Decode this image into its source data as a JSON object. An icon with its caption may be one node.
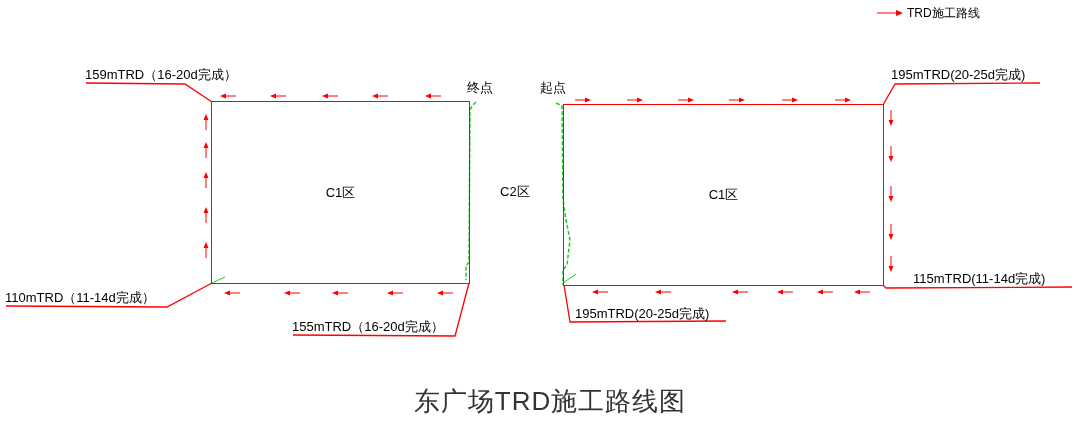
{
  "diagram": {
    "caption": "东广场TRD施工路线图",
    "nodes": [
      {
        "text": [
          "C1区"
        ]
      },
      {
        "text": [
          "C1区"
        ]
      },
      {
        "text": [
          "159mTRD（16-20d完成）"
        ]
      },
      {
        "text": [
          "110mTRD（11-14d完成）"
        ]
      },
      {
        "text": [
          "155mTRD（16-20d完成）"
        ]
      },
      {
        "text": [
          "195mTRD(20-25d完成)"
        ]
      },
      {
        "text": [
          "115mTRD(11-14d完成)"
        ]
      },
      {
        "text": [
          "195mTRD(20-25d完成)"
        ]
      }
    ],
    "edges": [
      {
        "from": 2,
        "to": 0,
        "arrow": "none",
        "color": "#ff0000"
      },
      {
        "from": 3,
        "to": 0,
        "arrow": "none",
        "color": "#ff0000"
      },
      {
        "from": 4,
        "to": 0,
        "arrow": "none",
        "color": "#ff0000"
      },
      {
        "from": 5,
        "to": 1,
        "arrow": "none",
        "color": "#ff0000"
      },
      {
        "from": 6,
        "to": 1,
        "arrow": "none",
        "color": "#ff0000"
      },
      {
        "from": 7,
        "to": 1,
        "arrow": "none",
        "color": "#ff0000"
      }
    ],
    "labels": [
      "终点",
      "起点",
      "C2区"
    ],
    "legend": [
      {
        "text": "TRD施工路线"
      }
    ]
  }
}
